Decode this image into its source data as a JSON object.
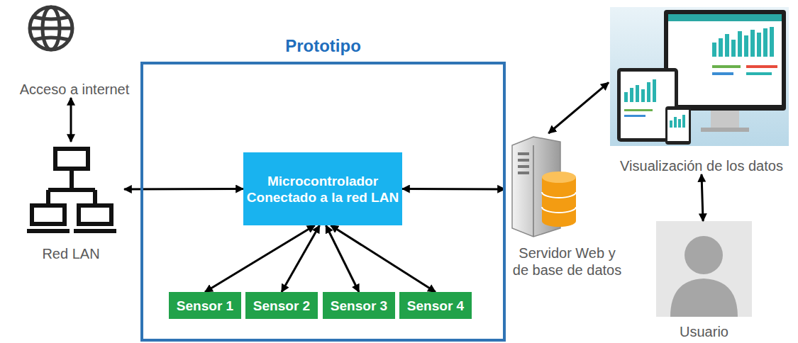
{
  "diagram": {
    "nodes": [
      {
        "text": [
          "Acceso a internet"
        ]
      },
      {
        "text": [
          "Red LAN"
        ]
      },
      {
        "text": [
          "Prototipo"
        ]
      },
      {
        "text": [
          "Microcontrolador Conectado a la red LAN"
        ],
        "in": 2
      },
      {
        "text": [
          "Sensor 1"
        ],
        "in": 2
      },
      {
        "text": [
          "Sensor 2"
        ],
        "in": 2
      },
      {
        "text": [
          "Sensor 3"
        ],
        "in": 2
      },
      {
        "text": [
          "Sensor 4"
        ],
        "in": 2
      },
      {
        "text": [
          "Servidor Web y de base de datos"
        ]
      },
      {
        "text": [
          "Visualización de los datos"
        ]
      },
      {
        "text": [
          "Usuario"
        ]
      }
    ],
    "edges": [
      {
        "from": 0,
        "to": 1,
        "arrow": "both"
      },
      {
        "from": 1,
        "to": 3,
        "arrow": "both"
      },
      {
        "from": 3,
        "to": 4,
        "arrow": "both"
      },
      {
        "from": 3,
        "to": 5,
        "arrow": "both"
      },
      {
        "from": 3,
        "to": 6,
        "arrow": "both"
      },
      {
        "from": 3,
        "to": 7,
        "arrow": "both"
      },
      {
        "from": 3,
        "to": 8,
        "arrow": "both"
      },
      {
        "from": 8,
        "to": 9,
        "arrow": "both"
      },
      {
        "from": 9,
        "to": 10,
        "arrow": "both"
      }
    ]
  }
}
